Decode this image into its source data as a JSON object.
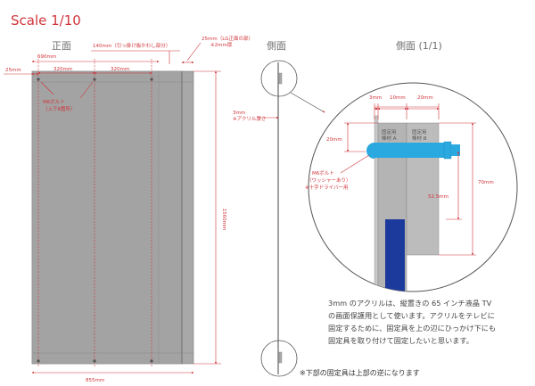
{
  "header": {
    "scale": "Scale 1/10",
    "front_title": "正面",
    "side_title": "側面",
    "detail_title": "側面 (1/1)"
  },
  "front": {
    "dim_overhang": "140mm（引っ掛け板かわし部分）",
    "dim_lg_bezel": "25mm（LG正面の部）",
    "dim_lg_bezel_note": "※2mm厚",
    "dim_left_margin": "25mm",
    "dim_total_width_inner": "690mm",
    "dim_half_left": "320mm",
    "dim_half_right": "320mm",
    "bolt_label": "M6ボルト",
    "bolt_sub": "（上下6箇所）",
    "dim_height": "1560mm",
    "dim_total_width": "855mm"
  },
  "side": {
    "acrylic_dim": "3mm",
    "acrylic_note": "※アクリル厚さ"
  },
  "detail": {
    "dim_3mm": "3mm",
    "dim_10mm": "10mm",
    "dim_20mm_top": "20mm",
    "dim_20mm_left": "20mm",
    "fixture_a": "固定用",
    "fixture_a_sub": "棒材 A",
    "fixture_b": "固定用",
    "fixture_b_sub": "棒材 B",
    "dim_70mm": "70mm",
    "dim_52_5mm": "52.5mm",
    "bolt_label": "M6ボルト",
    "bolt_sub1": "（ワッシャーあり）",
    "bolt_sub2": "※十字ドライバー用"
  },
  "description": {
    "line1": "3mm のアクリルは、縦置きの 65 インチ液晶 TV",
    "line2": "の画面保護用として使います。アクリルをテレビに",
    "line3": "固定するために、固定具を上の辺にひっかけ下にも",
    "line4": "固定具を取り付けて固定したいと思います。"
  },
  "footnote": "※下部の固定具は上部の逆になります",
  "colors": {
    "accent": "#d0343a",
    "bolt": "#2aa8e0",
    "tv": "#1c3a9c",
    "panel": "#a8a8a8"
  }
}
